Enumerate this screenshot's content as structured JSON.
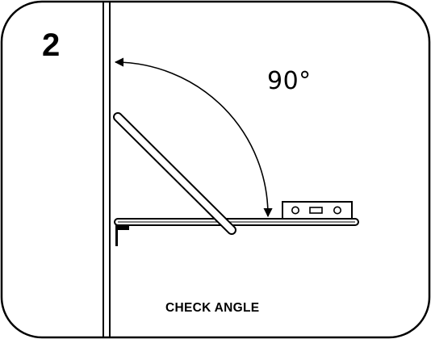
{
  "step": {
    "number": "2"
  },
  "diagram": {
    "angle_label": "90°",
    "angle_degrees": 90,
    "caption": "CHECK ANGLE"
  },
  "colors": {
    "stroke": "#000000",
    "background": "#ffffff"
  }
}
